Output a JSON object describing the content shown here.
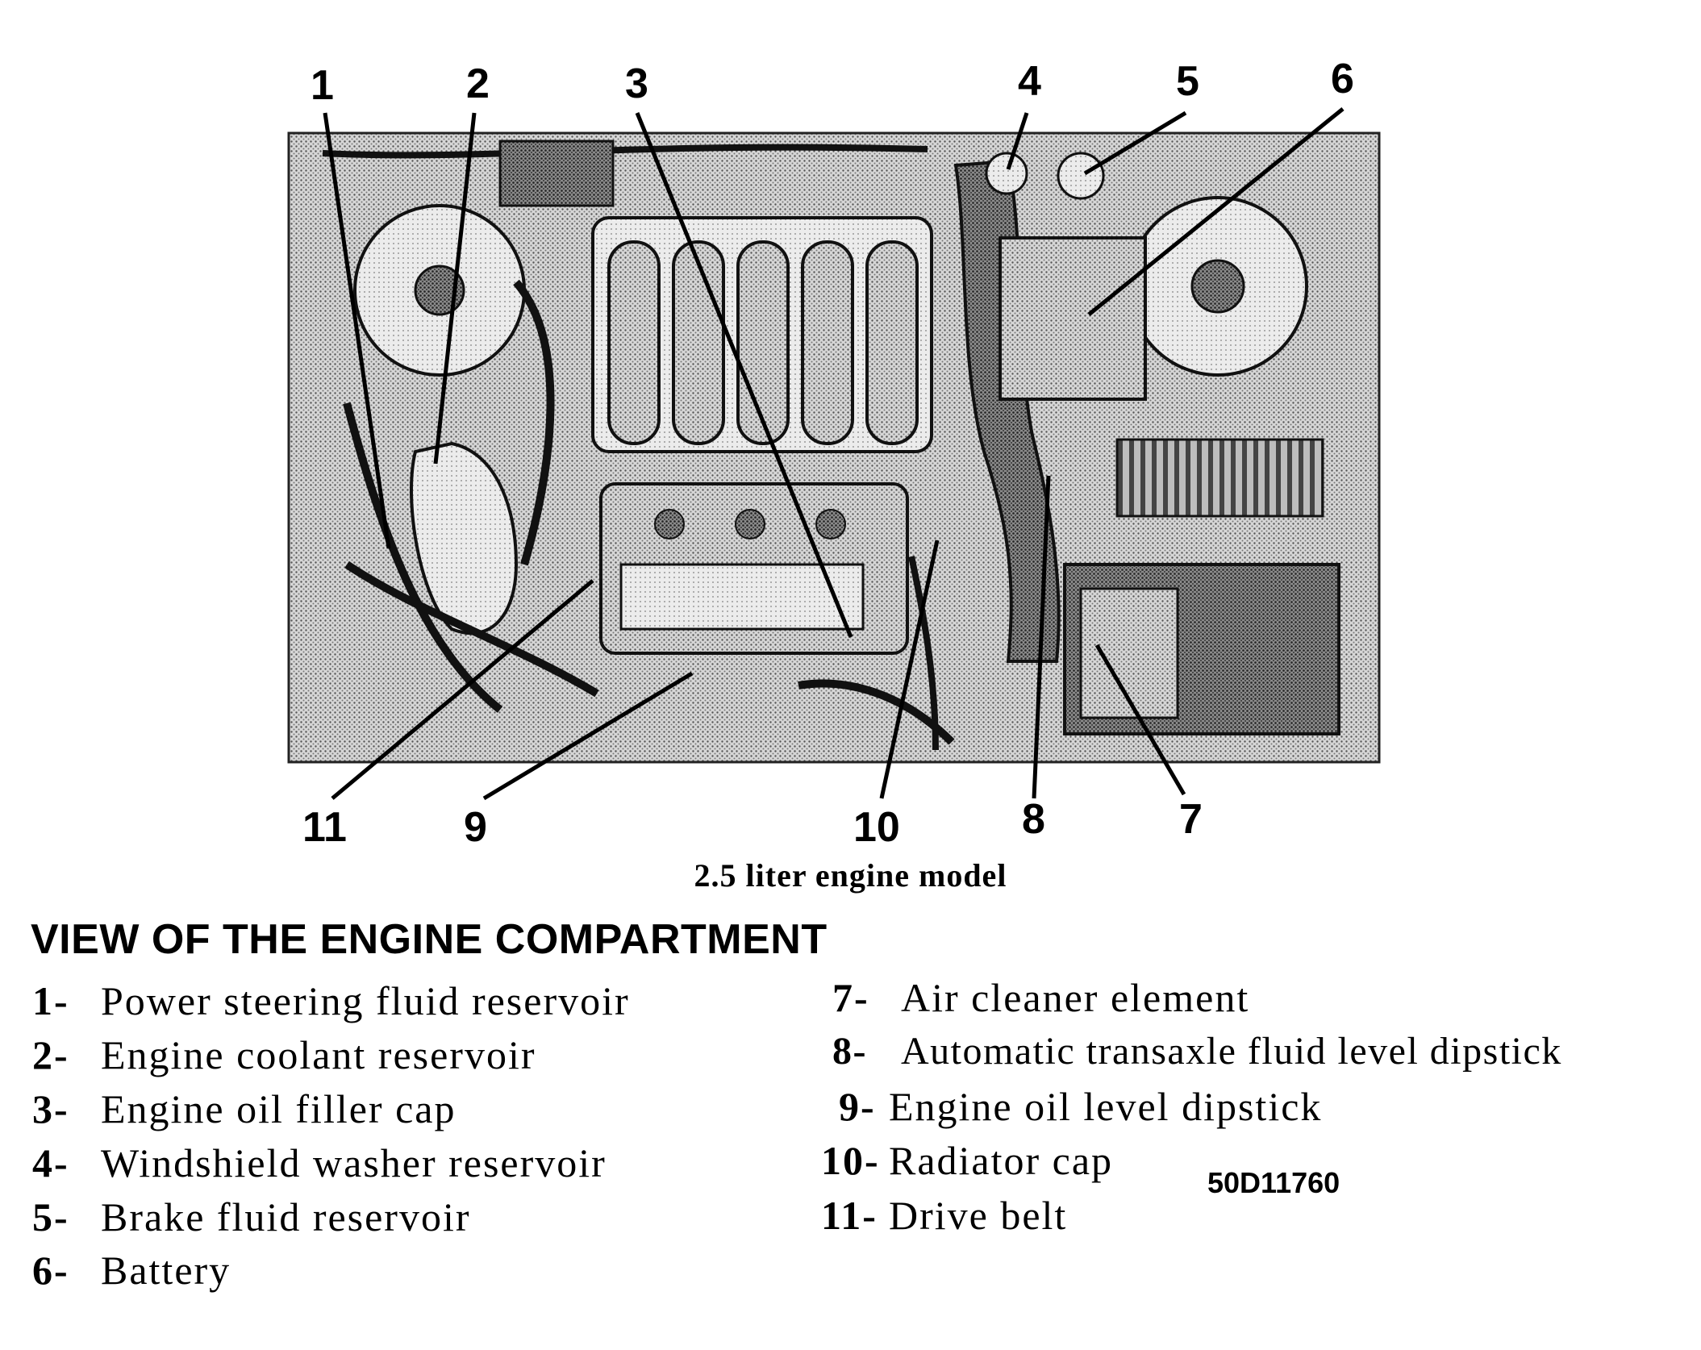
{
  "figure": {
    "callouts": [
      "1",
      "2",
      "3",
      "4",
      "5",
      "6",
      "7",
      "8",
      "9",
      "10",
      "11"
    ],
    "caption": "2.5 liter engine model",
    "code": "50D11760"
  },
  "legend": {
    "title": "VIEW OF THE ENGINE COMPARTMENT",
    "items": [
      {
        "num": "1-",
        "label": "Power steering fluid reservoir"
      },
      {
        "num": "2-",
        "label": "Engine coolant reservoir"
      },
      {
        "num": "3-",
        "label": "Engine oil filler cap"
      },
      {
        "num": "4-",
        "label": "Windshield washer reservoir"
      },
      {
        "num": "5-",
        "label": "Brake fluid reservoir"
      },
      {
        "num": "6-",
        "label": "Battery"
      },
      {
        "num": "7-",
        "label": "Air cleaner element"
      },
      {
        "num": "8-",
        "label": "Automatic transaxle fluid level dipstick"
      },
      {
        "num": "9-",
        "label": "Engine oil level dipstick"
      },
      {
        "num": "10-",
        "label": "Radiator cap"
      },
      {
        "num": "11-",
        "label": "Drive belt"
      }
    ]
  }
}
